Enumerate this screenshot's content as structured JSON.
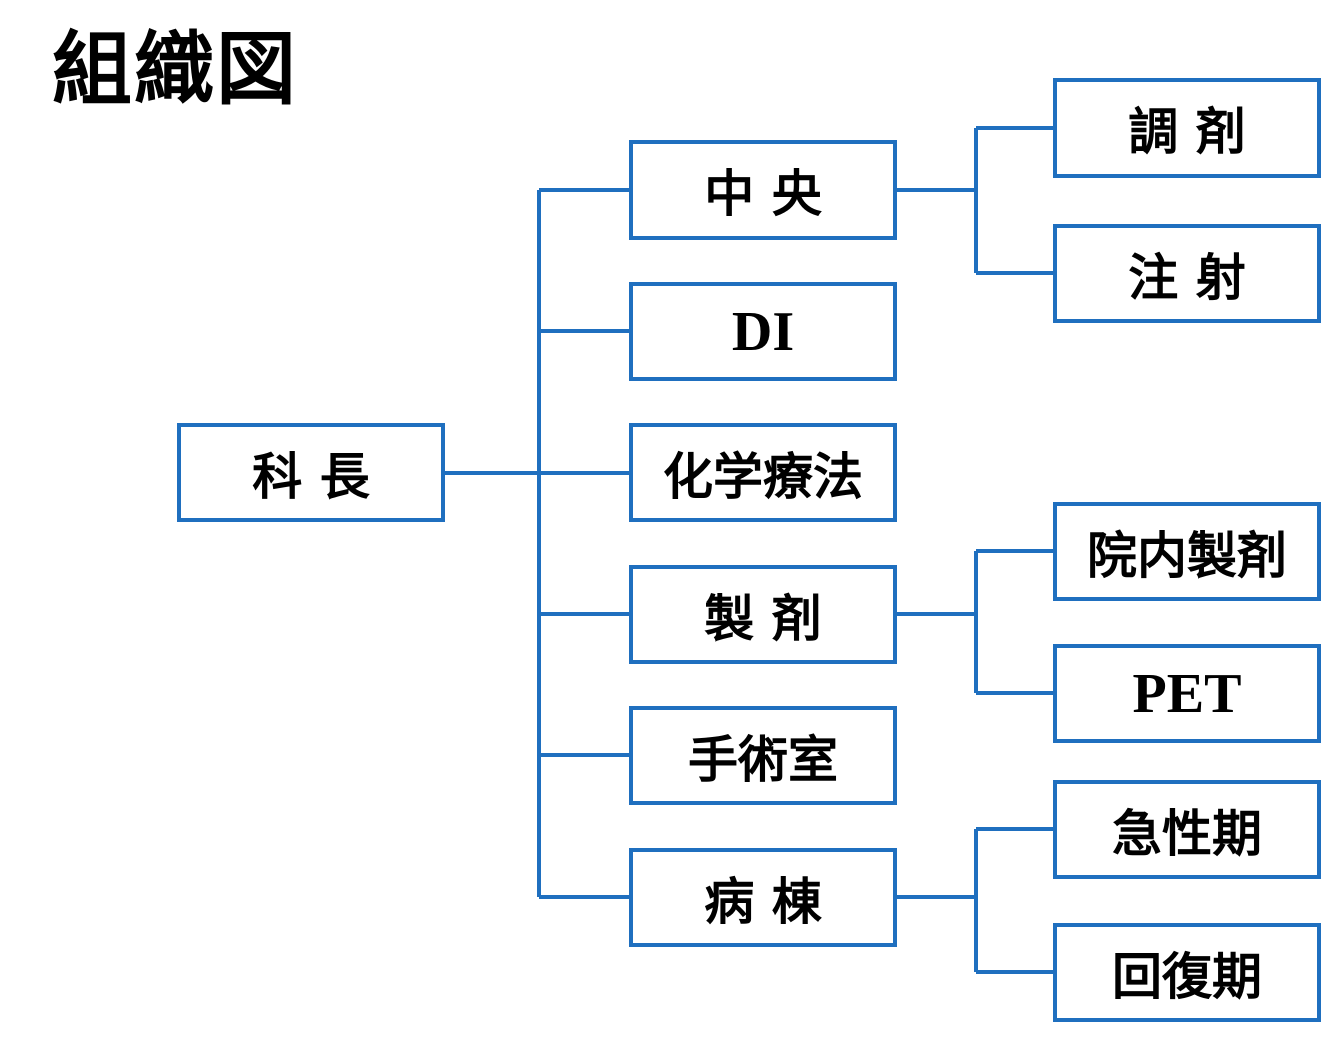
{
  "title": "組織図",
  "colors": {
    "border": "#1f6fbf",
    "line": "#1f6fbf",
    "text": "#000000",
    "background": "#ffffff"
  },
  "root": {
    "label": "科 長"
  },
  "divisions": [
    {
      "label": "中 央",
      "children": [
        {
          "label": "調 剤"
        },
        {
          "label": "注 射"
        }
      ]
    },
    {
      "label": "DI",
      "children": []
    },
    {
      "label": "化学療法",
      "children": []
    },
    {
      "label": "製 剤",
      "children": [
        {
          "label": "院内製剤"
        },
        {
          "label": "PET"
        }
      ]
    },
    {
      "label": "手術室",
      "children": []
    },
    {
      "label": "病 棟",
      "children": [
        {
          "label": "急性期"
        },
        {
          "label": "回復期"
        }
      ]
    }
  ]
}
